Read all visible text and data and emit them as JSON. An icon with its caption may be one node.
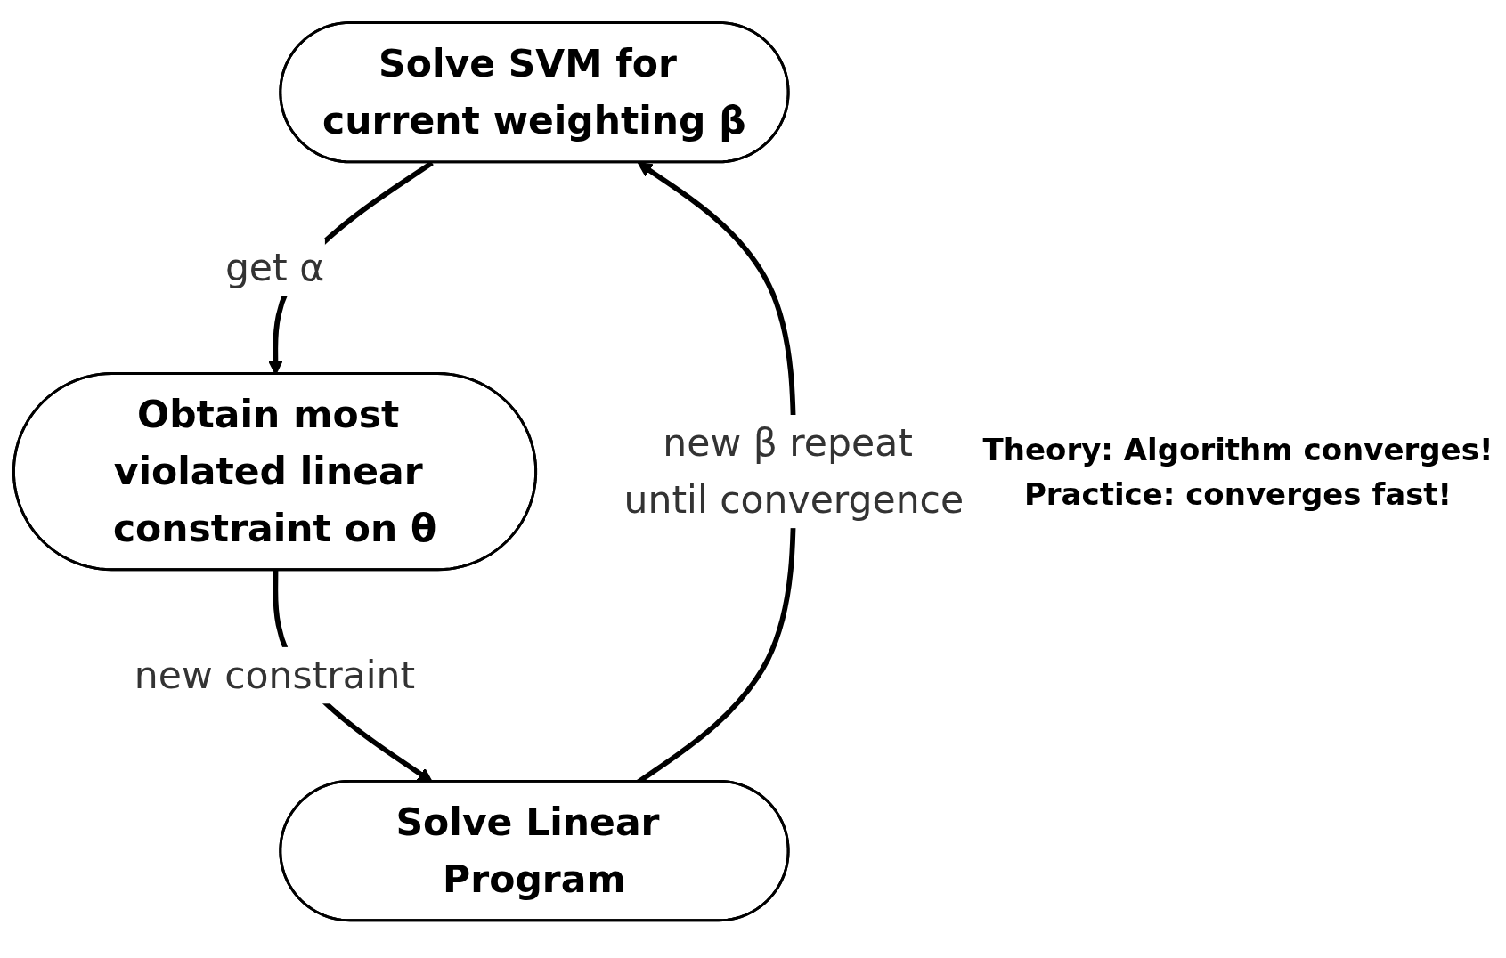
{
  "diagram": {
    "nodes": [
      {
        "text": [
          "Solve SVM for current weighting β"
        ]
      },
      {
        "text": [
          "Obtain most violated linear constraint on θ"
        ]
      },
      {
        "text": [
          "Solve Linear Program"
        ]
      }
    ],
    "edges": [
      {
        "from": 0,
        "to": 1,
        "arrow": "to",
        "label": "get α"
      },
      {
        "from": 1,
        "to": 2,
        "arrow": "to",
        "label": "new constraint"
      },
      {
        "from": 2,
        "to": 0,
        "arrow": "to",
        "label": "new β repeat until convergence"
      }
    ],
    "labels": [
      "Theory: Algorithm converges!",
      "Practice: converges fast!"
    ]
  }
}
